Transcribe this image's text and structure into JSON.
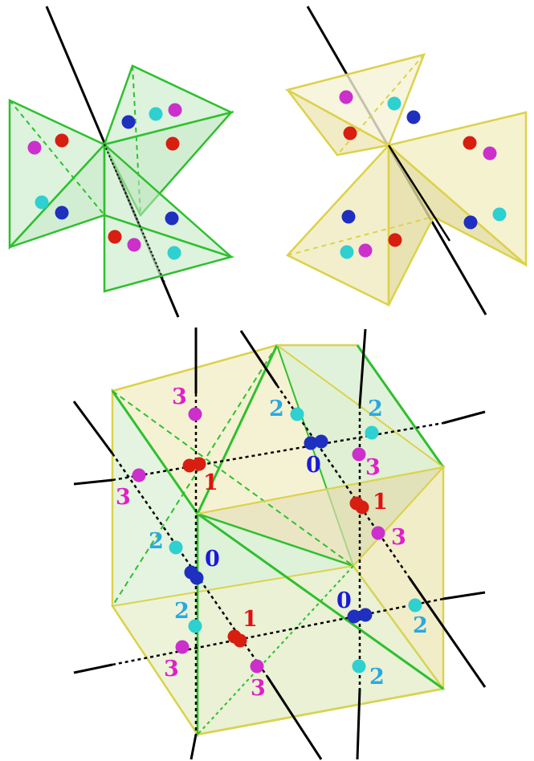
{
  "colors": {
    "red": "#d81e10",
    "blue": "#1f2fbf",
    "cyan": "#2ed0d0",
    "magenta": "#cc2fcc",
    "green_edge": "#2ec02e",
    "green_fill": "#cfeecf",
    "yellow_edge": "#dcd24a",
    "yellow_fill": "#f3efc4",
    "axis": "#000000",
    "label_red": "#e01010",
    "label_blue": "#1a1adb",
    "label_cyan": "#29a9e0",
    "label_magenta": "#e020c8"
  },
  "labels": [
    {
      "text": "3",
      "kind": "magenta"
    },
    {
      "text": "2",
      "kind": "cyan"
    },
    {
      "text": "2",
      "kind": "cyan"
    },
    {
      "text": "0",
      "kind": "blue"
    },
    {
      "text": "3",
      "kind": "magenta"
    },
    {
      "text": "1",
      "kind": "red"
    },
    {
      "text": "3",
      "kind": "magenta"
    },
    {
      "text": "1",
      "kind": "red"
    },
    {
      "text": "2",
      "kind": "cyan"
    },
    {
      "text": "3",
      "kind": "magenta"
    },
    {
      "text": "0",
      "kind": "blue"
    },
    {
      "text": "0",
      "kind": "blue"
    },
    {
      "text": "2",
      "kind": "cyan"
    },
    {
      "text": "1",
      "kind": "red"
    },
    {
      "text": "2",
      "kind": "cyan"
    },
    {
      "text": "3",
      "kind": "magenta"
    },
    {
      "text": "3",
      "kind": "magenta"
    },
    {
      "text": "2",
      "kind": "cyan"
    }
  ]
}
